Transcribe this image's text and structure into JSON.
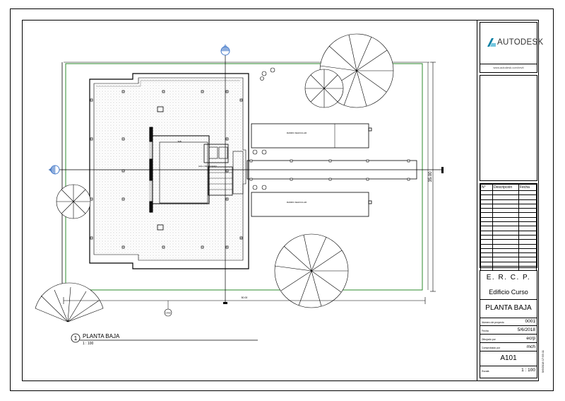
{
  "title_block": {
    "brand": "AUTODESK",
    "url": "www.autodesk.com/revit",
    "revision_headers": [
      "N°",
      "Descripción",
      "Fecha"
    ],
    "company": "E. R. C. P.",
    "project": "Edificio Curso",
    "sheet_name": "PLANTA BAJA",
    "fields": [
      {
        "label": "Número de proyecto",
        "value": "0001"
      },
      {
        "label": "Fecha",
        "value": "5/6/2018"
      },
      {
        "label": "Dibujado por",
        "value": "ecrp"
      },
      {
        "label": "Comprobado por",
        "value": "mch"
      }
    ],
    "sheet_number": "A101",
    "scale_label": "Escala",
    "scale_value": "1 : 100",
    "side_text": "5/6/2018 17:55:11"
  },
  "drawing": {
    "view_number": "1",
    "view_title": "PLANTA BAJA",
    "view_scale": "1 : 100",
    "dim_vertical": "35.00",
    "dim_horizontal": "50.00",
    "ramp_label": "RAMPA VEHICULAR",
    "hall_label": "HALL DE ACCESO",
    "tag_label": "TAB",
    "grid_bottom": "GRID",
    "colors": {
      "line": "#000000",
      "site_boundary": "#2e8b2e",
      "marker": "#1f5fbf",
      "slab": "#d9d9d9"
    }
  }
}
